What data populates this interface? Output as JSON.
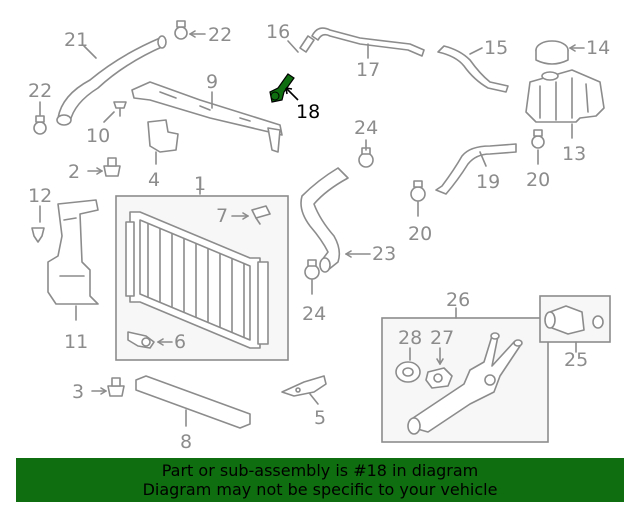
{
  "diagram": {
    "highlight_color": "#0f6e0f",
    "labels": {
      "l1": "1",
      "l2": "2",
      "l3": "3",
      "l4": "4",
      "l5": "5",
      "l6": "6",
      "l7": "7",
      "l8": "8",
      "l9": "9",
      "l10": "10",
      "l11": "11",
      "l12": "12",
      "l13": "13",
      "l14": "14",
      "l15": "15",
      "l16": "16",
      "l17": "17",
      "l18": "18",
      "l19": "19",
      "l20a": "20",
      "l20b": "20",
      "l21": "21",
      "l22a": "22",
      "l22b": "22",
      "l23": "23",
      "l24a": "24",
      "l24b": "24",
      "l25": "25",
      "l26": "26",
      "l27": "27",
      "l28": "28"
    }
  },
  "banner": {
    "line1": "Part or sub-assembly is #18 in diagram",
    "line2": "Diagram may not be specific to your vehicle",
    "background": "#0f6e0f"
  }
}
